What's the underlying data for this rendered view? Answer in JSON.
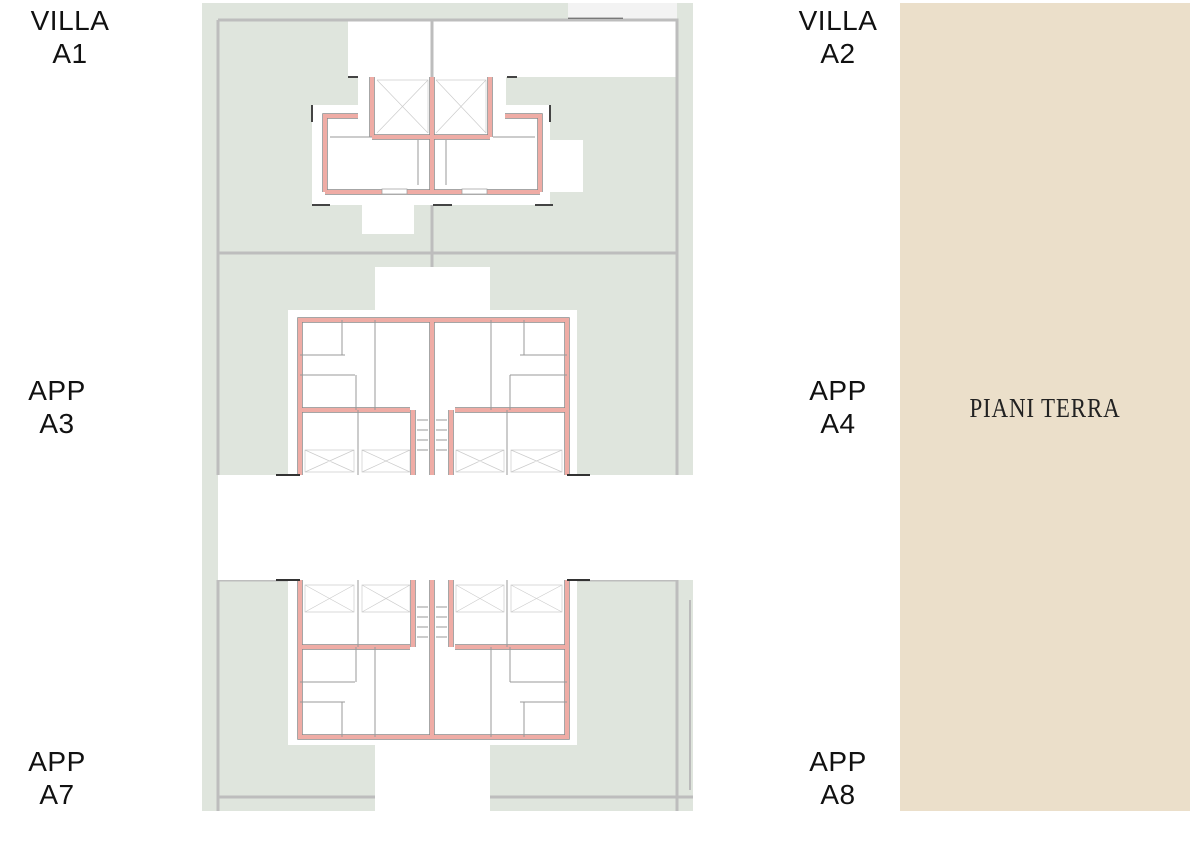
{
  "labels": {
    "a1": {
      "type": "VILLA",
      "code": "A1"
    },
    "a2": {
      "type": "VILLA",
      "code": "A2"
    },
    "a3": {
      "type": "APP",
      "code": "A3"
    },
    "a4": {
      "type": "APP",
      "code": "A4"
    },
    "a7": {
      "type": "APP",
      "code": "A7"
    },
    "a8": {
      "type": "APP",
      "code": "A8"
    }
  },
  "panel": {
    "title": "PIANI TERRA"
  },
  "colors": {
    "garden": "#dfe5dd",
    "wall": "#efaca5",
    "panel": "#ebdfca"
  }
}
